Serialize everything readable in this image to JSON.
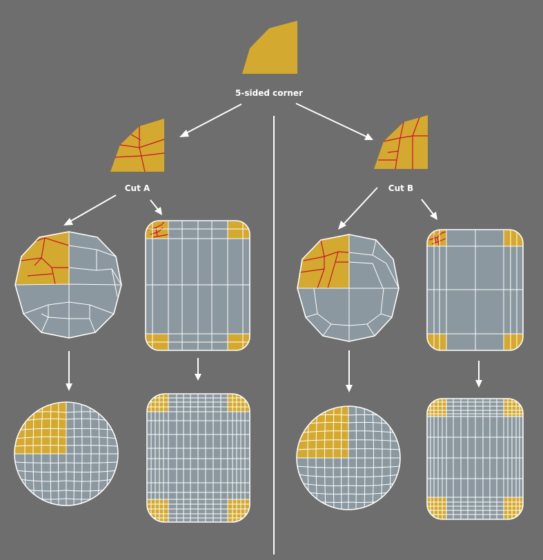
{
  "labels": {
    "top": "5-sided corner",
    "cut_a": "Cut A",
    "cut_b": "Cut B"
  },
  "colors": {
    "background": "#6e6e6e",
    "gold": "#d4a92f",
    "gray": "#8b989f",
    "edge": "#ffffff",
    "red": "#c8102e"
  }
}
